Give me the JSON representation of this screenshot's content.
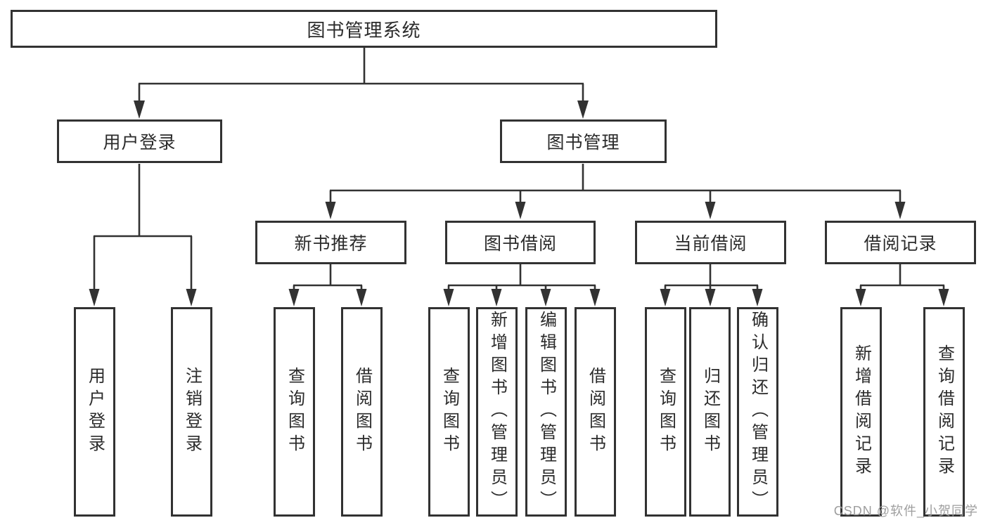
{
  "diagram": {
    "root": "图书管理系统",
    "level1": {
      "user_login": "用户登录",
      "book_mgmt": "图书管理"
    },
    "level2": {
      "new_book_rec": "新书推荐",
      "book_borrow": "图书借阅",
      "current_borrow": "当前借阅",
      "borrow_record": "借阅记录"
    },
    "leaves": {
      "user_login": [
        "用户登录",
        "注销登录"
      ],
      "new_book_rec": [
        "查询图书",
        "借阅图书"
      ],
      "book_borrow": [
        "查询图书",
        "新增图书（管理员）",
        "编辑图书（管理员）",
        "借阅图书"
      ],
      "current_borrow": [
        "查询图书",
        "归还图书",
        "确认归还（管理员）"
      ],
      "borrow_record": [
        "新增借阅记录",
        "查询借阅记录"
      ]
    }
  },
  "watermark": "CSDN @软件_小贺同学",
  "colors": {
    "line": "#323232",
    "text": "#2b2b2b",
    "watermark": "#9e9e9e",
    "background": "#ffffff"
  }
}
